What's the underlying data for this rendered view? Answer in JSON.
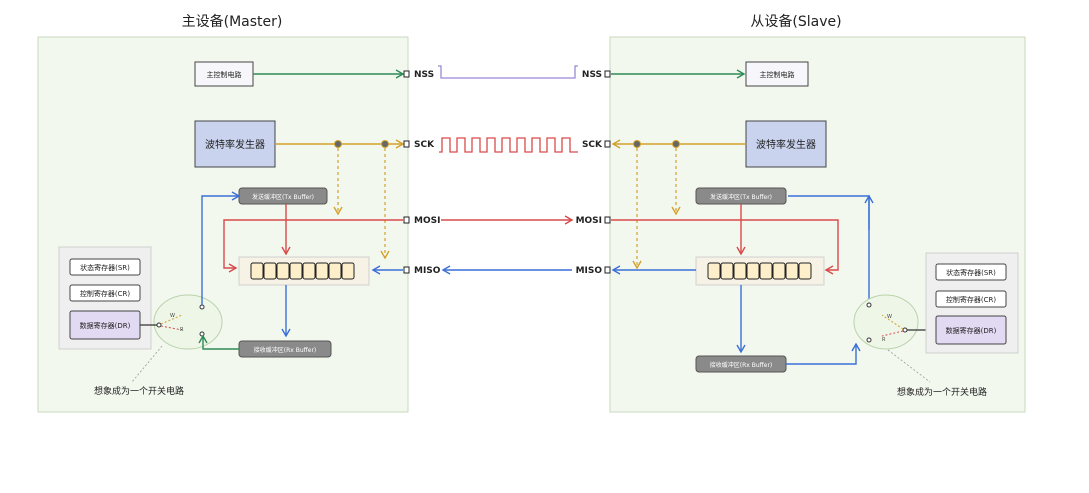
{
  "master": {
    "title": "主设备(Master)",
    "ctrl_label": "主控制电路",
    "baud_label": "波特率发生器",
    "tx_label": "发送缓冲区(Tx Buffer)",
    "rx_label": "接收缓冲区(Rx Buffer)",
    "sr_label": "状态寄存器(SR)",
    "cr_label": "控制寄存器(CR)",
    "dr_label": "数据寄存器(DR)",
    "switch_note": "想象成为一个开关电路",
    "switch_w": "W",
    "switch_r": "R"
  },
  "slave": {
    "title": "从设备(Slave)",
    "ctrl_label": "主控制电路",
    "baud_label": "波特率发生器",
    "tx_label": "发送缓冲区(Tx Buffer)",
    "rx_label": "接收缓冲区(Rx Buffer)",
    "sr_label": "状态寄存器(SR)",
    "cr_label": "控制寄存器(CR)",
    "dr_label": "数据寄存器(DR)",
    "switch_note": "想象成为一个开关电路",
    "switch_w": "W",
    "switch_r": "R"
  },
  "pins": {
    "nss": "NSS",
    "sck": "SCK",
    "mosi": "MOSI",
    "miso": "MISO"
  },
  "colors": {
    "panel_fill": "#f3f8ef",
    "panel_border": "#c9d9bf",
    "nss": "#2e8b57",
    "nss_wave": "#9b87d6",
    "sck": "#d4a02a",
    "sck_wave": "#d94a4a",
    "mosi": "#d94a4a",
    "miso": "#3a6fd8",
    "rx": "#3a6fd8",
    "green": "#2e8b57",
    "tx_box": "#8a8a8a",
    "baud_box": "#c9d3ee",
    "dr_box": "#e2d9f3",
    "shift_cell": "#fcefc9"
  }
}
